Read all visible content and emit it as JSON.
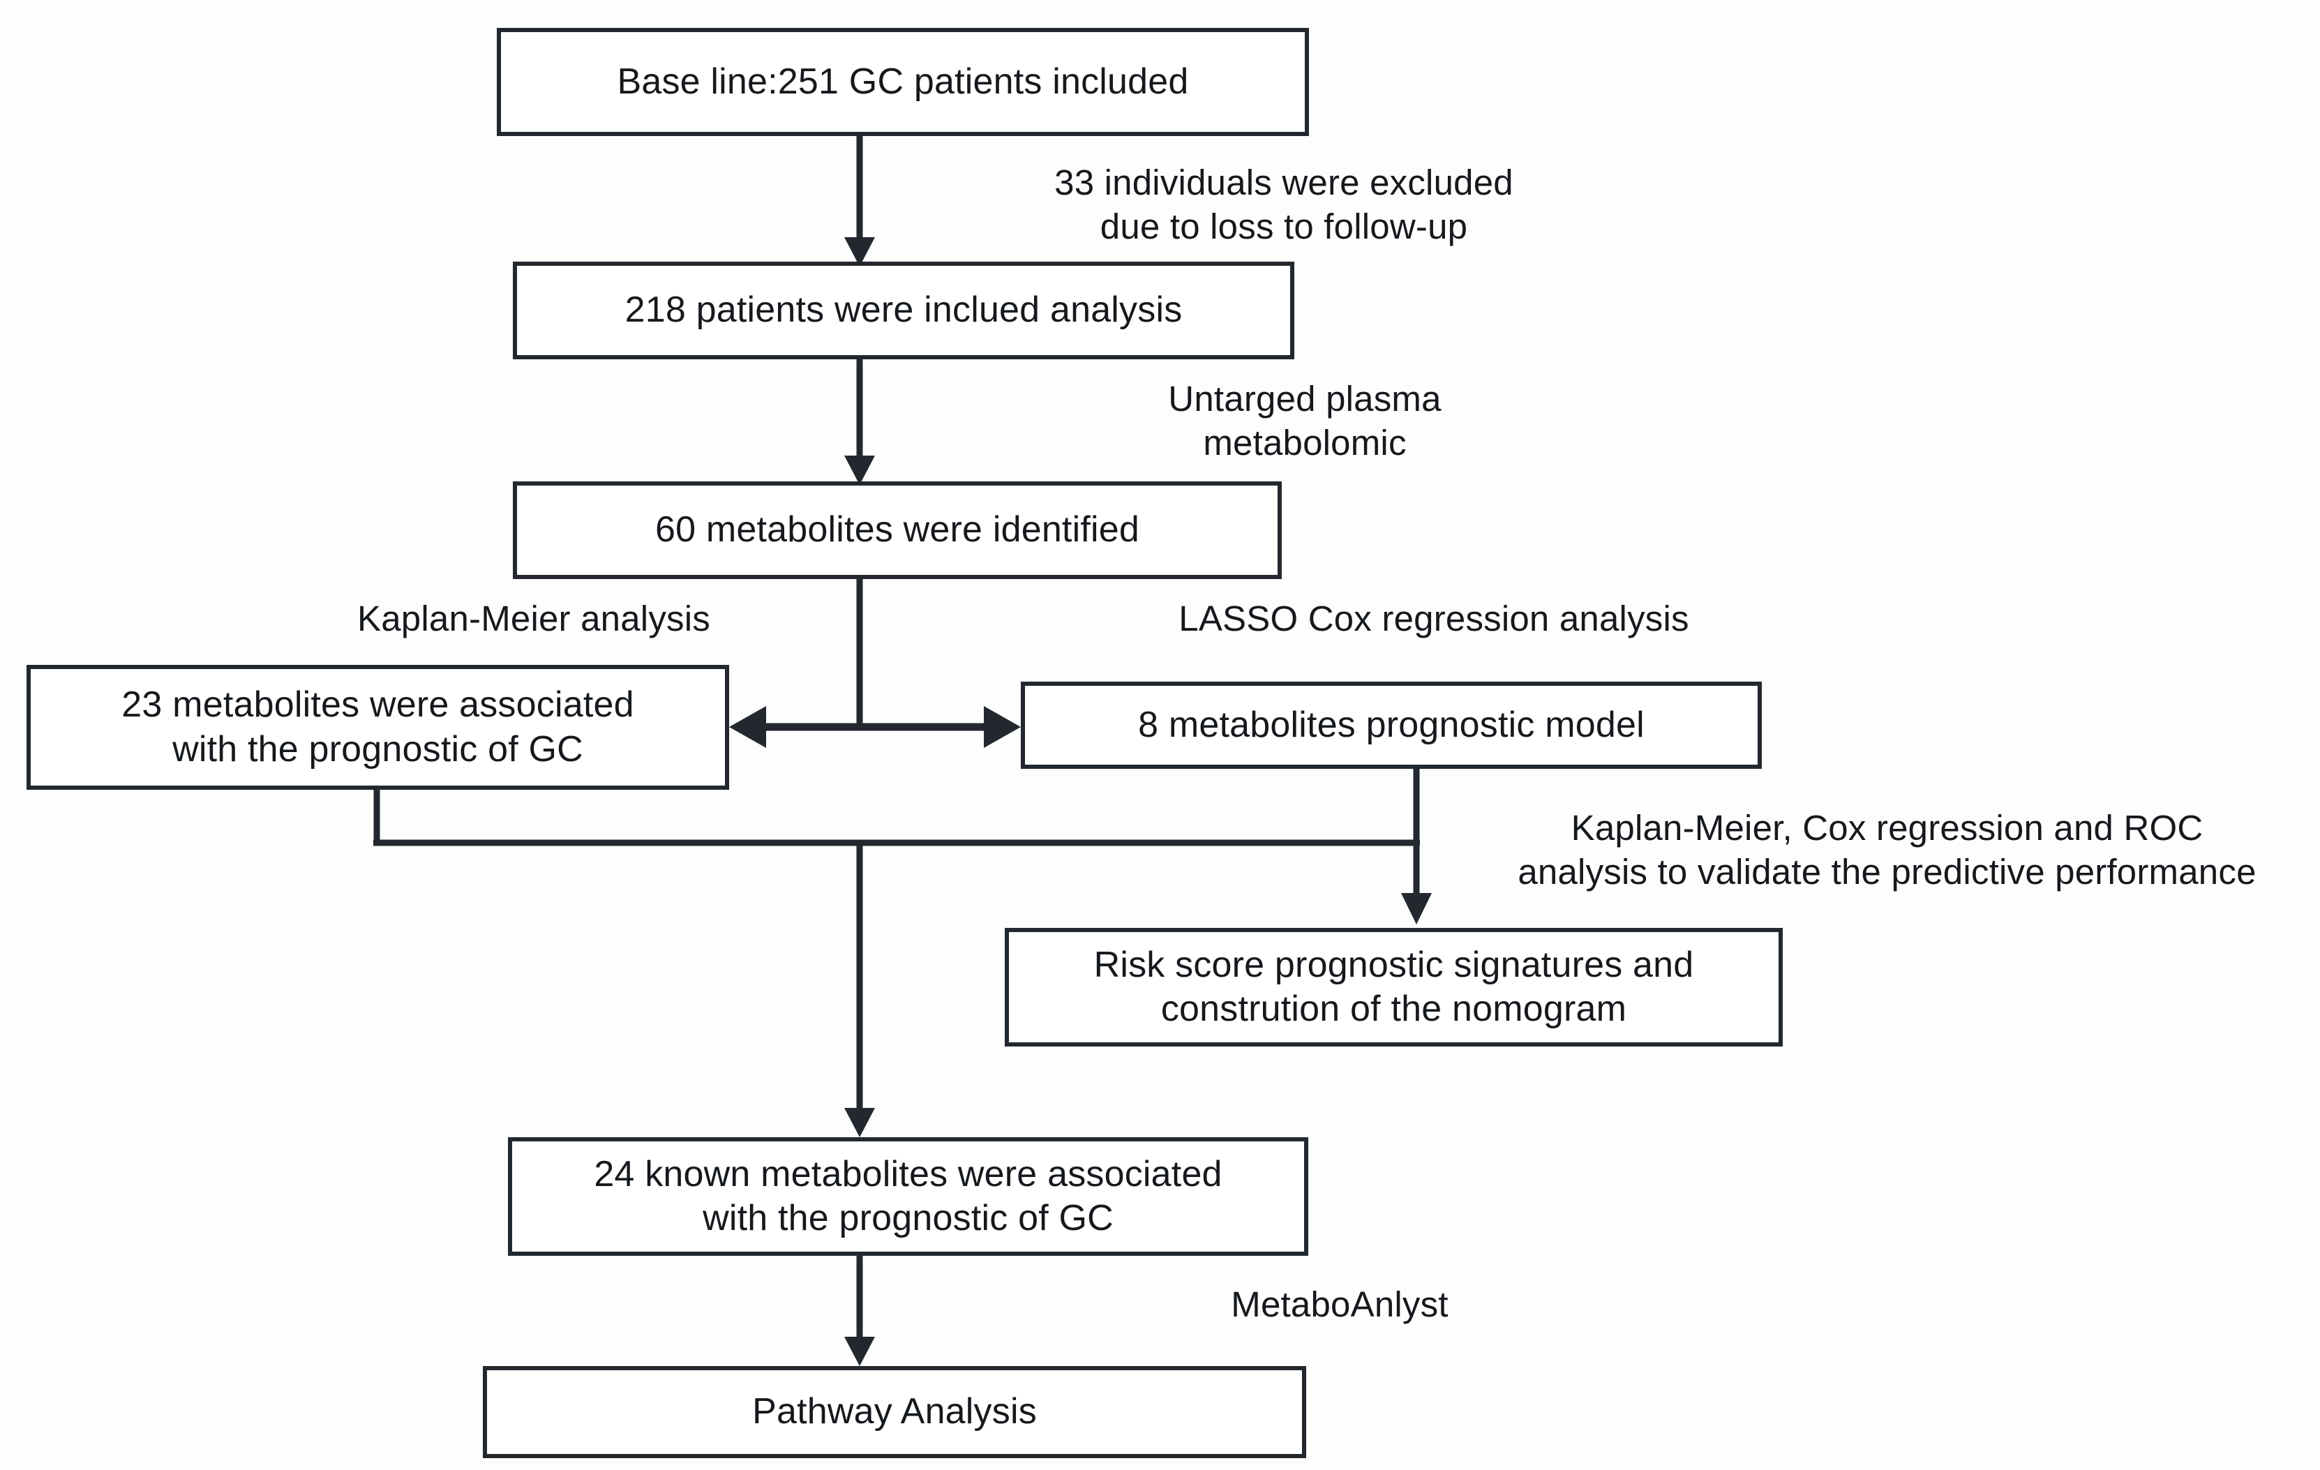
{
  "diagram": {
    "title": "Gastric cancer metabolomics study flowchart",
    "line_color": "#22282e",
    "text_color": "#15191d",
    "background": "#fdfdfd",
    "nodes": [
      {
        "id": "baseline",
        "label": "Base line:251 GC patients included"
      },
      {
        "id": "included",
        "label": "218 patients were inclued analysis"
      },
      {
        "id": "metabolites60",
        "label": "60 metabolites were identified"
      },
      {
        "id": "metabolites23",
        "label": "23 metabolites were associated\nwith the prognostic of GC"
      },
      {
        "id": "model8",
        "label": "8 metabolites prognostic model"
      },
      {
        "id": "riskscore",
        "label": "Risk score prognostic signatures and\nconstrution of the nomogram"
      },
      {
        "id": "known24",
        "label": "24 known metabolites were associated\nwith the prognostic of GC"
      },
      {
        "id": "pathway",
        "label": "Pathway Analysis"
      }
    ],
    "edge_labels": [
      {
        "id": "excluded",
        "label": "33 individuals were excluded\ndue to loss to follow-up"
      },
      {
        "id": "untargeted",
        "label": "Untarged plasma\nmetabolomic"
      },
      {
        "id": "kaplan-meier",
        "label": "Kaplan-Meier analysis"
      },
      {
        "id": "lasso",
        "label": "LASSO Cox regression analysis"
      },
      {
        "id": "validation",
        "label": "Kaplan-Meier, Cox regression and ROC\nanalysis to validate the predictive performance"
      },
      {
        "id": "metaboanalyst",
        "label": "MetaboAnlyst"
      }
    ]
  }
}
